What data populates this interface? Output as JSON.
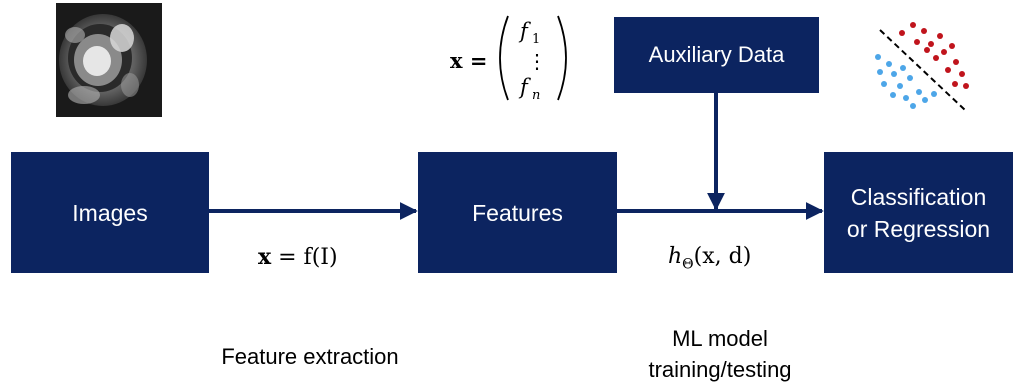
{
  "boxes": {
    "images": "Images",
    "features": "Features",
    "auxiliary": "Auxiliary Data",
    "classification_line1": "Classification",
    "classification_line2": "or Regression"
  },
  "equations": {
    "feature_map_lhs": "x",
    "feature_map_rhs": "= f(I)",
    "model_h": "h",
    "model_sub": "Θ",
    "model_args": "(x, d)",
    "vector_lhs": "x =",
    "vector_top": "f",
    "vector_top_sub": "1",
    "vector_mid": "⋮",
    "vector_bot": "f",
    "vector_bot_sub": "n"
  },
  "captions": {
    "feature_extraction": "Feature extraction",
    "ml_line1": "ML model",
    "ml_line2": "training/testing"
  },
  "icons": {
    "mri": "cardiac-mri-thumbnail-icon",
    "scatter": "classification-scatter-icon"
  },
  "colors": {
    "box_fill": "#0c2460",
    "arrow": "#0c2460",
    "class_a": "#4da6e8",
    "class_b": "#c0141c"
  }
}
